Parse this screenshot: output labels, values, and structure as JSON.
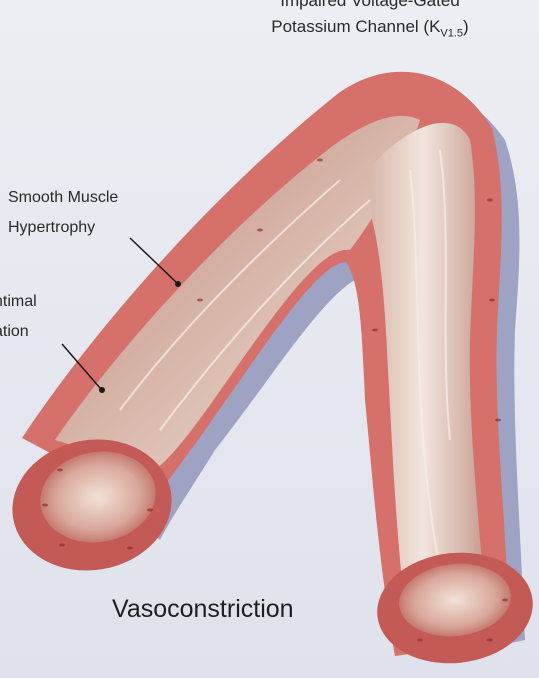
{
  "labels": {
    "channel_line1": "Impaired Voltage-Gated",
    "channel_line2_main": "Potassium Channel (K",
    "channel_line2_sub": "V1.5",
    "channel_line2_end": ")",
    "smooth_line1": "Smooth Muscle",
    "smooth_line2": "Hypertrophy",
    "intimal_line1": "ntimal",
    "intimal_line2": "ation",
    "vasoconstriction": "Vasoconstriction"
  },
  "colors": {
    "background": "#e4e7ef",
    "vessel_wall": "#d6706a",
    "vessel_wall_dark": "#b64f4d",
    "intima": "#c89a8f",
    "adventitia": "#9ea2c3",
    "lumen_highlight": "#efe3da"
  }
}
